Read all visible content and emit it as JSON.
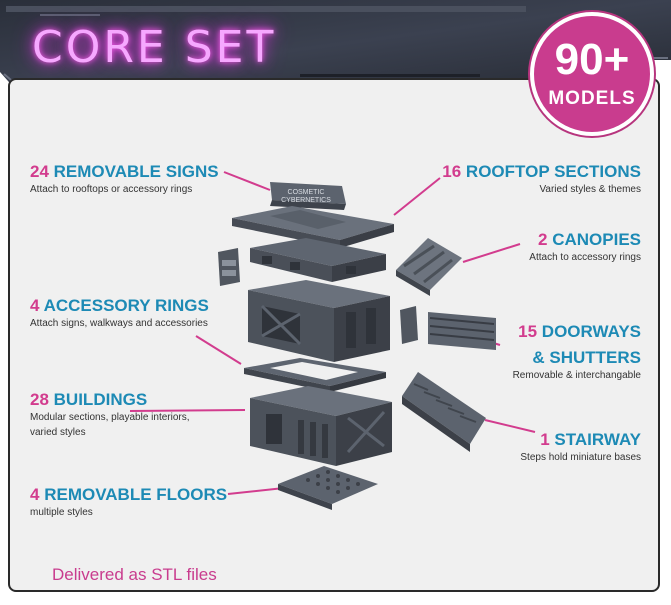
{
  "header": {
    "title": "CORE SET"
  },
  "badge": {
    "count": "90+",
    "label": "MODELS"
  },
  "labels": [
    {
      "num": "24",
      "name": "REMOVABLE SIGNS",
      "sub": [
        "Attach to rooftops or accessory rings"
      ]
    },
    {
      "num": "16",
      "name": "ROOFTOP SECTIONS",
      "sub": [
        "Varied styles & themes"
      ]
    },
    {
      "num": "2",
      "name": "CANOPIES",
      "sub": [
        "Attach to accessory rings"
      ]
    },
    {
      "num": "4",
      "name": "ACCESSORY RINGS",
      "sub": [
        "Attach signs, walkways and accessories"
      ]
    },
    {
      "num": "15",
      "name": "DOORWAYS",
      "name2": "& SHUTTERS",
      "sub": [
        "Removable & interchangable"
      ]
    },
    {
      "num": "28",
      "name": "BUILDINGS",
      "sub": [
        "Modular sections, playable interiors,",
        "varied styles"
      ]
    },
    {
      "num": "1",
      "name": "STAIRWAY",
      "sub": [
        "Steps hold miniature bases"
      ]
    },
    {
      "num": "4",
      "name": "REMOVABLE FLOORS",
      "sub": [
        "multiple styles"
      ]
    }
  ],
  "sign_text": [
    "COSMETIC",
    "CYBERNETICS"
  ],
  "footer": "Delivered as STL files",
  "colors": {
    "accent_pink": "#d23c8e",
    "accent_blue": "#1d8ab5",
    "badge": "#c93c8e",
    "model_grey": "#5c636e"
  }
}
